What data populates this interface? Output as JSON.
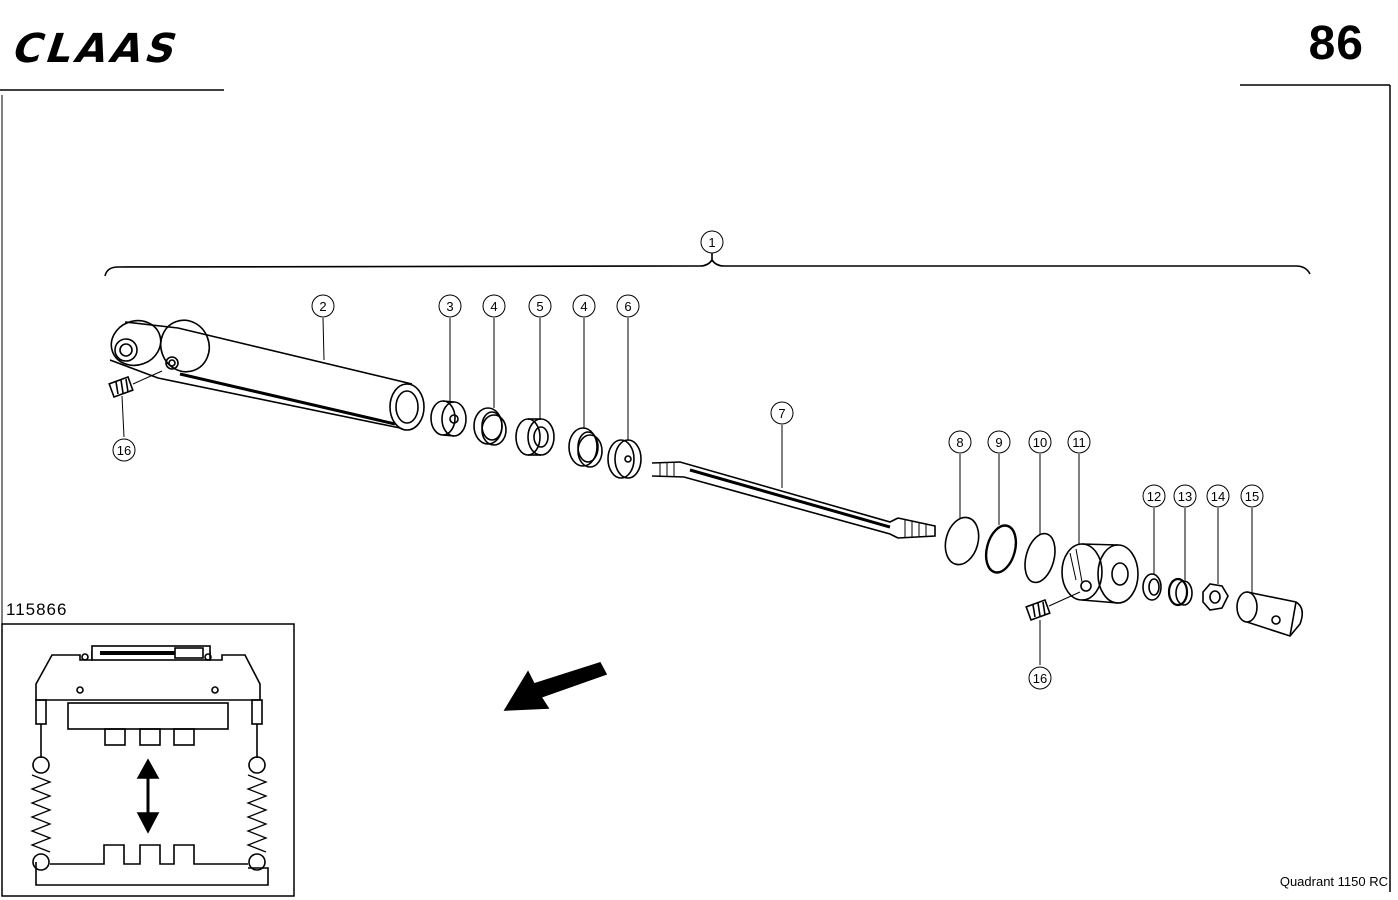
{
  "header": {
    "brand": "CLAAS",
    "page_number": "86"
  },
  "drawing_number": "115866",
  "model_label": "Quadrant 1150 RC",
  "callouts": [
    {
      "id": "c1",
      "label": "1"
    },
    {
      "id": "c2",
      "label": "2"
    },
    {
      "id": "c3",
      "label": "3"
    },
    {
      "id": "c4a",
      "label": "4"
    },
    {
      "id": "c5",
      "label": "5"
    },
    {
      "id": "c4b",
      "label": "4"
    },
    {
      "id": "c6",
      "label": "6"
    },
    {
      "id": "c7",
      "label": "7"
    },
    {
      "id": "c8",
      "label": "8"
    },
    {
      "id": "c9",
      "label": "9"
    },
    {
      "id": "c10",
      "label": "10"
    },
    {
      "id": "c11",
      "label": "11"
    },
    {
      "id": "c12",
      "label": "12"
    },
    {
      "id": "c13",
      "label": "13"
    },
    {
      "id": "c14",
      "label": "14"
    },
    {
      "id": "c15",
      "label": "15"
    },
    {
      "id": "c16a",
      "label": "16"
    },
    {
      "id": "c16b",
      "label": "16"
    }
  ]
}
